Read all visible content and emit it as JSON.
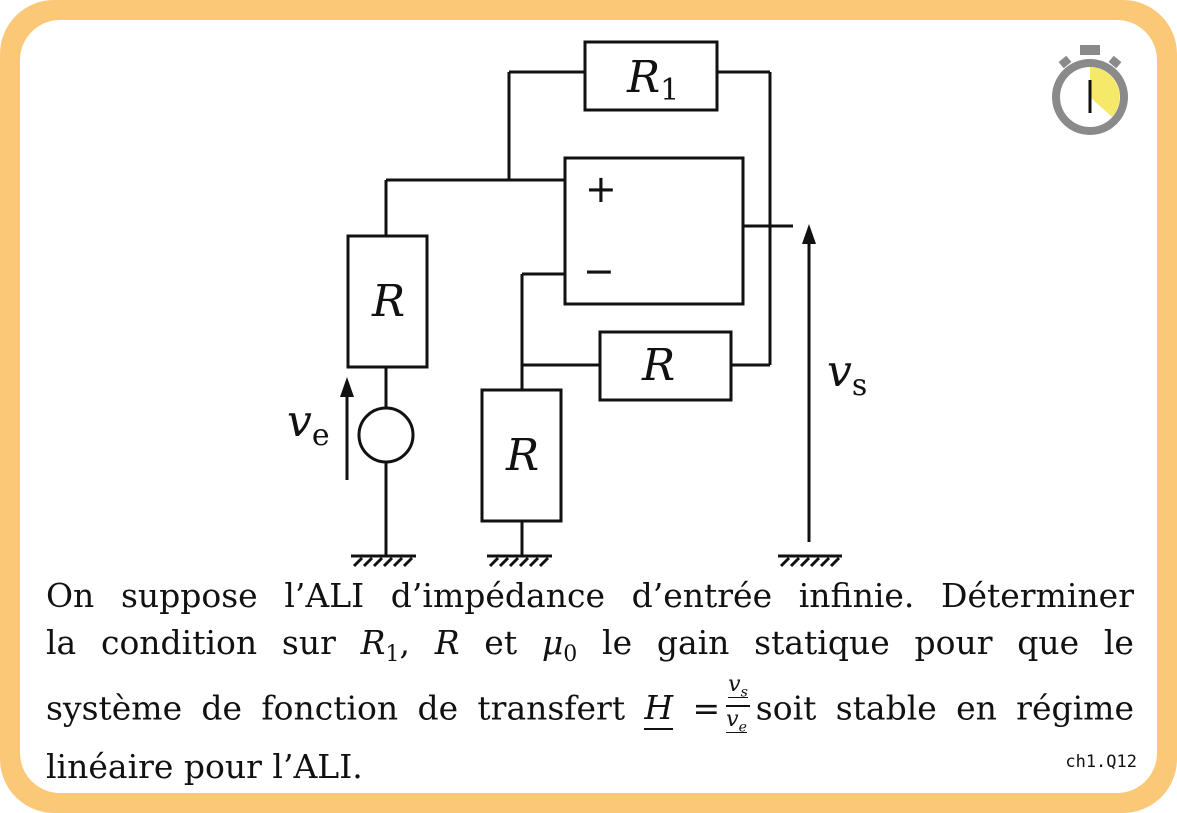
{
  "circuit": {
    "labels": {
      "r1": "R",
      "r1_sub": "1",
      "r_left": "R",
      "r_bottom": "R",
      "r_feedback": "R",
      "ve": "v",
      "ve_sub": "e",
      "vs": "v",
      "vs_sub": "s",
      "plus": "+",
      "minus": "−"
    }
  },
  "question": {
    "line1": "On suppose l’ALI d’impédance d’entrée infinie. Déterminer",
    "line2_a": "la condition sur",
    "line2_r1": "R",
    "line2_r1_sub": "1",
    "line2_b": ",",
    "line2_r": "R",
    "line2_c": "et",
    "line2_mu": "μ",
    "line2_mu_sub": "0",
    "line2_d": "le gain statique pour que le",
    "line3_a": "système de fonction de transfert",
    "line3_h": "H",
    "line3_eq": "=",
    "frac_num": "v",
    "frac_num_sub": "s",
    "frac_den": "v",
    "frac_den_sub": "e",
    "line3_b": "soit stable en régime",
    "line4": "linéaire pour l’ALI."
  },
  "reference": "ch1.Q12",
  "colors": {
    "border": "#fbc878",
    "timer_fill": "#f6e96a",
    "timer_body": "#8a8a8a"
  },
  "icons": {
    "timer": "stopwatch-icon"
  }
}
